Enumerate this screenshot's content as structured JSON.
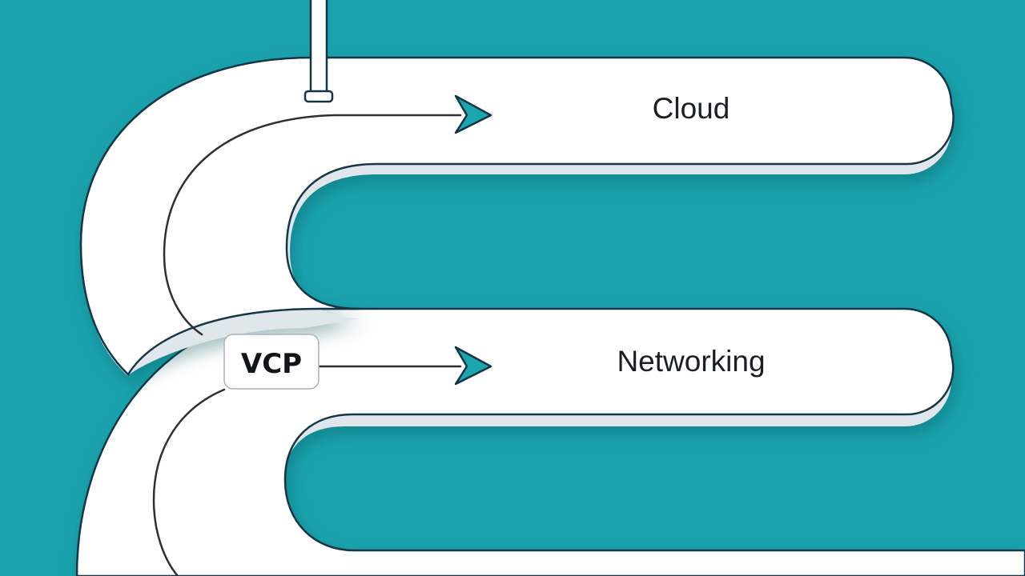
{
  "diagram": {
    "stages": [
      {
        "label": "Cloud"
      },
      {
        "label": "Networking"
      }
    ],
    "badge": {
      "label": "VCP"
    }
  },
  "colors": {
    "background": "#1aa3ad",
    "band": "#ffffff",
    "band_shadow": "#dfe6ec",
    "outline": "#123447",
    "arrow_fill": "#1ba5ae",
    "connector_line": "#2b3034"
  }
}
